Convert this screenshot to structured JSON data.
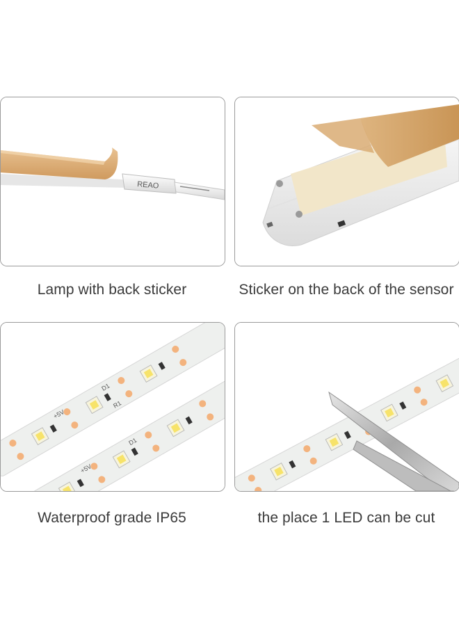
{
  "panels": [
    {
      "caption": "Lamp with back sticker",
      "photo": "led-strip-with-adhesive-backing",
      "cable_text": "REAO"
    },
    {
      "caption": "Sticker on the back of the sensor",
      "photo": "sensor-unit-with-adhesive-sticker"
    },
    {
      "caption": "Waterproof grade IP65",
      "photo": "waterproof-led-strip-closeup",
      "strip_labels": [
        "+5V",
        "D1",
        "R1"
      ]
    },
    {
      "caption": "the place 1 LED can be cut",
      "photo": "scissors-cutting-led-strip"
    }
  ],
  "colors": {
    "tape": "#e1b27a",
    "strip": "#eef0ee",
    "led": "#f7e36a",
    "border": "#9a9a9a"
  }
}
